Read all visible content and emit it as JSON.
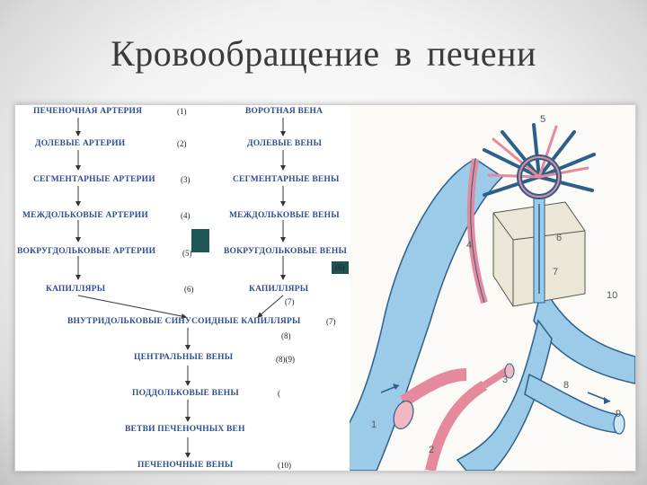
{
  "title": "Кровообращение  в  печени",
  "scheme": {
    "left": [
      {
        "label": "ПЕЧЕНОЧНАЯ АРТЕРИЯ",
        "num": "(1)"
      },
      {
        "label": "ДОЛЕВЫЕ АРТЕРИИ",
        "num": "(2)"
      },
      {
        "label": "СЕГМЕНТАРНЫЕ АРТЕРИИ",
        "num": "(3)"
      },
      {
        "label": "МЕЖДОЛЬКОВЫЕ  АРТЕРИИ",
        "num": "(4)"
      },
      {
        "label": "ВОКРУГДОЛЬКОВЫЕ  АРТЕРИИ",
        "num": "(5)"
      },
      {
        "label": "КАПИЛЛЯРЫ",
        "num": "(6)"
      }
    ],
    "right": [
      {
        "label": "ВОРОТНАЯ ВЕНА"
      },
      {
        "label": "ДОЛЕВЫЕ ВЕНЫ"
      },
      {
        "label": "СЕГМЕНТАРНЫЕ ВЕНЫ"
      },
      {
        "label": "МЕЖДОЛЬКОВЫЕ ВЕНЫ"
      },
      {
        "label": "ВОКРУГДОЛЬКОВЫЕ ВЕНЫ"
      },
      {
        "label": "КАПИЛЛЯРЫ"
      }
    ],
    "right_box_num": "(6)",
    "merge_num": "(7)",
    "sinusoid": {
      "label": "ВНУТРИДОЛЬКОВЫЕ СИНУСОИДНЫЕ КАПИЛЛЯРЫ",
      "num": "(7)"
    },
    "sinusoid_below_num": "(8)",
    "bottom": [
      {
        "label": "ЦЕНТРАЛЬНЫЕ ВЕНЫ",
        "num": "(8)(9)"
      },
      {
        "label": "ПОДДОЛЬКОВЫЕ ВЕНЫ",
        "num": "("
      },
      {
        "label": "ВЕТВИ ПЕЧЕНОЧНЫХ ВЕН",
        "num": ""
      },
      {
        "label": "ПЕЧЕНОЧНЫЕ ВЕНЫ",
        "num": "(10)"
      }
    ]
  },
  "illustration": {
    "numbers": [
      "1",
      "2",
      "3",
      "4",
      "5",
      "6",
      "7",
      "8",
      "9",
      "10"
    ],
    "colors": {
      "artery": "#e58a9c",
      "vein": "#8fc3e6",
      "outline": "#2c5f8a",
      "lobule": "#e8e2d4"
    }
  }
}
